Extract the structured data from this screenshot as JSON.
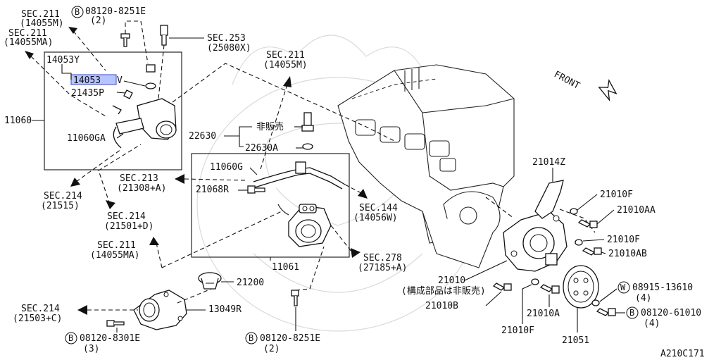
{
  "callouts": {
    "sec211_14055m_top": "SEC.211",
    "sec211_14055m_top_ref": "(14055M)",
    "sec211_14055ma_top": "SEC.211",
    "sec211_14055ma_top_ref": "(14055MA)",
    "bolt_top_prefix": "B",
    "bolt_top_part": "08120-8251E",
    "bolt_top_qty": "(2)",
    "sec253": "SEC.253",
    "sec253_ref": "(25080X)",
    "sec211_mid": "SEC.211",
    "sec211_mid_ref": "(14055M)",
    "p14053y": "14053Y",
    "p14053": "14053",
    "p14053_suffix": "V",
    "p21435p": "21435P",
    "p11060": "11060",
    "p11060ga": "11060GA",
    "p22630": "22630",
    "not_sold": "非販売",
    "p22630a": "22630A",
    "p11060g": "11060G",
    "sec213": "SEC.213",
    "sec213_ref": "(21308+A)",
    "p21068r": "21068R",
    "sec214_a": "SEC.214",
    "sec214_a_ref": "(21515)",
    "sec214_b": "SEC.214",
    "sec214_b_ref": "(21501+D)",
    "sec211_low": "SEC.211",
    "sec211_low_ref": "(14055MA)",
    "sec144": "SEC.144",
    "sec144_ref": "(14056W)",
    "sec278": "SEC.278",
    "sec278_ref": "(27185+A)",
    "p11061": "11061",
    "p21200": "21200",
    "sec214_c": "SEC.214",
    "sec214_c_ref": "(21503+C)",
    "p13049r": "13049R",
    "bolt_left_prefix": "B",
    "bolt_left_part": "08120-8301E",
    "bolt_left_qty": "(3)",
    "bolt_mid_prefix": "B",
    "bolt_mid_part": "08120-8251E",
    "bolt_mid_qty": "(2)",
    "front": "FRONT",
    "p21014z": "21014Z",
    "p21010f_a": "21010F",
    "p21010aa": "21010AA",
    "p21010f_b": "21010F",
    "p21010ab": "21010AB",
    "p21010": "21010",
    "p21010_note": "(構成部品は非販売)",
    "p21010b": "21010B",
    "p21010a": "21010A",
    "p21010f_c": "21010F",
    "p21051": "21051",
    "washer_prefix": "W",
    "washer_part": "08915-13610",
    "washer_qty": "(4)",
    "bolt_right_prefix": "B",
    "bolt_right_part": "08120-61010",
    "bolt_right_qty": "(4)",
    "diagram_id": "A210C171"
  }
}
